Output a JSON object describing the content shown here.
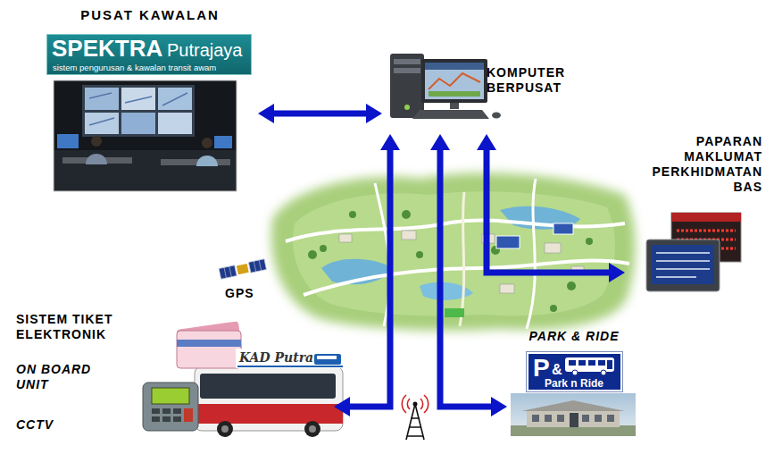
{
  "diagram": {
    "nodes": [
      {
        "text": [
          "PUSAT KAWALAN"
        ]
      },
      {
        "text": [
          "SPEKTRA",
          "Putrajaya",
          "sistem pengurusan & kawalan transit awam"
        ],
        "in": 0
      },
      {
        "text": [
          "KOMPUTER BERPUSAT"
        ]
      },
      {
        "text": [
          "PAPARAN MAKLUMAT PERKHIDMATAN BAS"
        ]
      },
      {
        "text": [
          "SISTEM TIKET ELEKTRONIK",
          "ON BOARD UNIT",
          "CCTV"
        ]
      },
      {
        "text": [
          "PARK & RIDE"
        ]
      },
      {
        "text": [
          "P",
          "&",
          "Park n Ride"
        ],
        "in": 5
      }
    ],
    "edges": [
      {
        "from": 0,
        "to": 2,
        "arrow": "both"
      },
      {
        "from": 2,
        "to": 4,
        "arrow": "both"
      },
      {
        "from": 2,
        "to": 5,
        "arrow": "both"
      },
      {
        "from": 2,
        "to": 3,
        "arrow": "both"
      }
    ],
    "labels": [
      "GPS",
      "KAD Putra"
    ]
  }
}
